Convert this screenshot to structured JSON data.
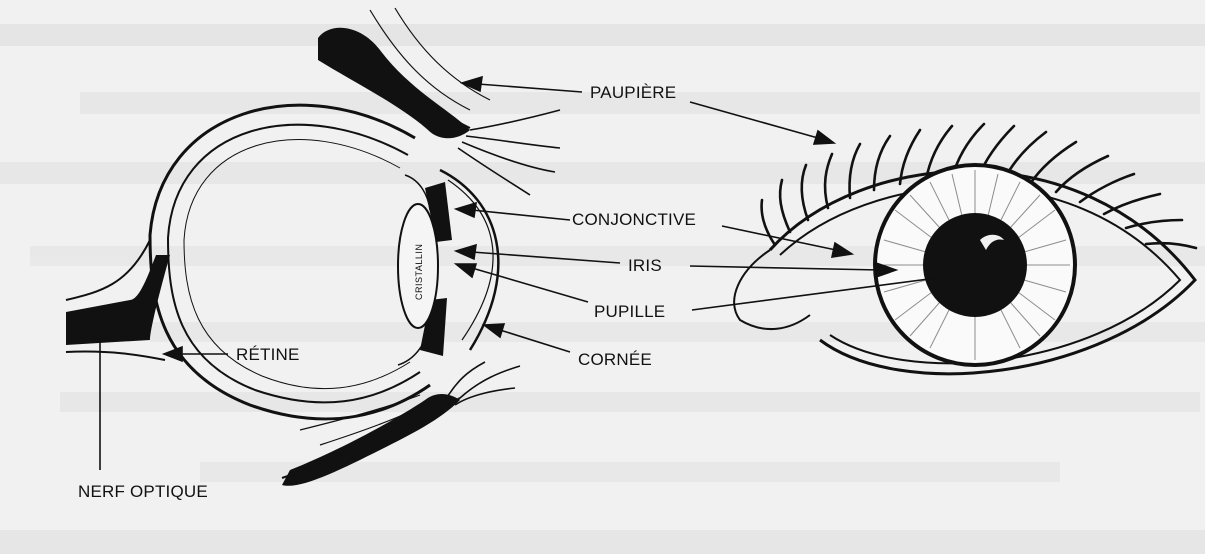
{
  "labels": {
    "paupiere": "PAUPIÈRE",
    "conjonctive": "CONJONCTIVE",
    "iris": "IRIS",
    "pupille": "PUPILLE",
    "cornee": "CORNÉE",
    "retine": "RÉTINE",
    "nerf_optique": "NERF OPTIQUE",
    "cristallin": "CRISTALLIN"
  },
  "colors": {
    "paper": "#f1f1f1",
    "ink": "#111111",
    "bleed_text": "#d6d6d6"
  }
}
